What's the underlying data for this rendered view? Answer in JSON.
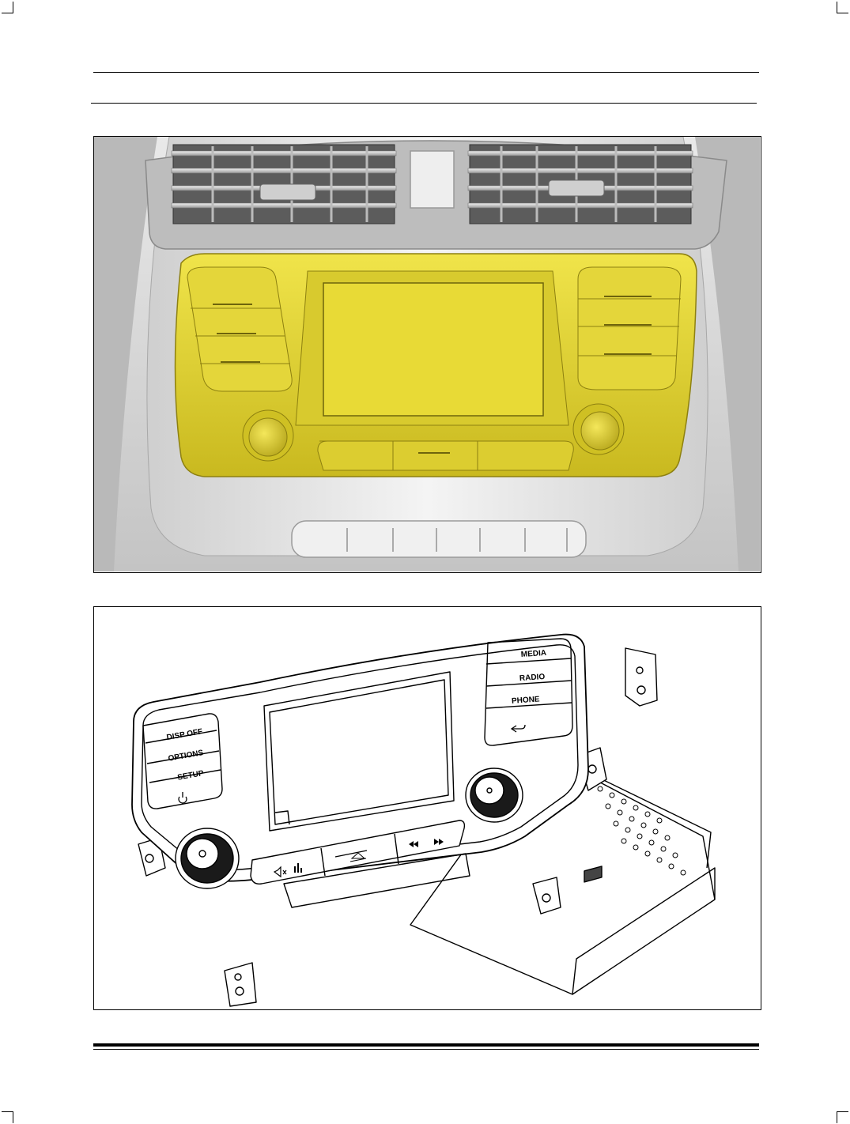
{
  "figure2": {
    "buttons_left": [
      "DISP OFF",
      "OPTIONS",
      "SETUP"
    ],
    "buttons_right": [
      "MEDIA",
      "RADIO",
      "PHONE"
    ]
  },
  "colors": {
    "head_unit_highlight": "#e6d72c",
    "dashboard_silver": "#d9d9d9"
  },
  "icons": [
    "power-icon",
    "back-icon",
    "mute-icon",
    "equalizer-icon",
    "eject-icon",
    "previous-track-icon",
    "next-track-icon"
  ]
}
